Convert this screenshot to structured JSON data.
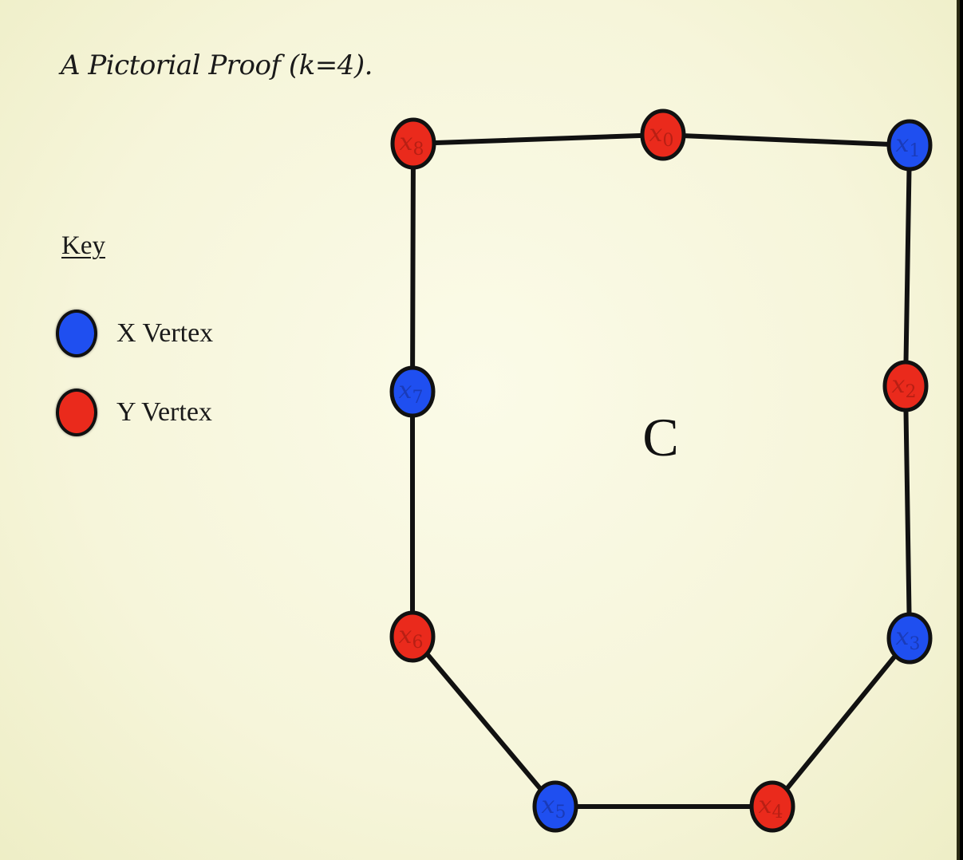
{
  "title": "A Pictorial Proof (k=4).",
  "key": {
    "heading": "Key",
    "items": [
      {
        "label": "X Vertex",
        "color": "#1f4ff0"
      },
      {
        "label": "Y Vertex",
        "color": "#ea2a1c"
      }
    ]
  },
  "cycle": {
    "label": "C",
    "vertices": [
      {
        "name": "x",
        "sub": "0",
        "type": "Y"
      },
      {
        "name": "x",
        "sub": "1",
        "type": "X"
      },
      {
        "name": "x",
        "sub": "2",
        "type": "Y"
      },
      {
        "name": "x",
        "sub": "3",
        "type": "X"
      },
      {
        "name": "x",
        "sub": "4",
        "type": "Y"
      },
      {
        "name": "x",
        "sub": "5",
        "type": "X"
      },
      {
        "name": "x",
        "sub": "6",
        "type": "Y"
      },
      {
        "name": "x",
        "sub": "7",
        "type": "X"
      },
      {
        "name": "x",
        "sub": "8",
        "type": "Y"
      }
    ]
  }
}
